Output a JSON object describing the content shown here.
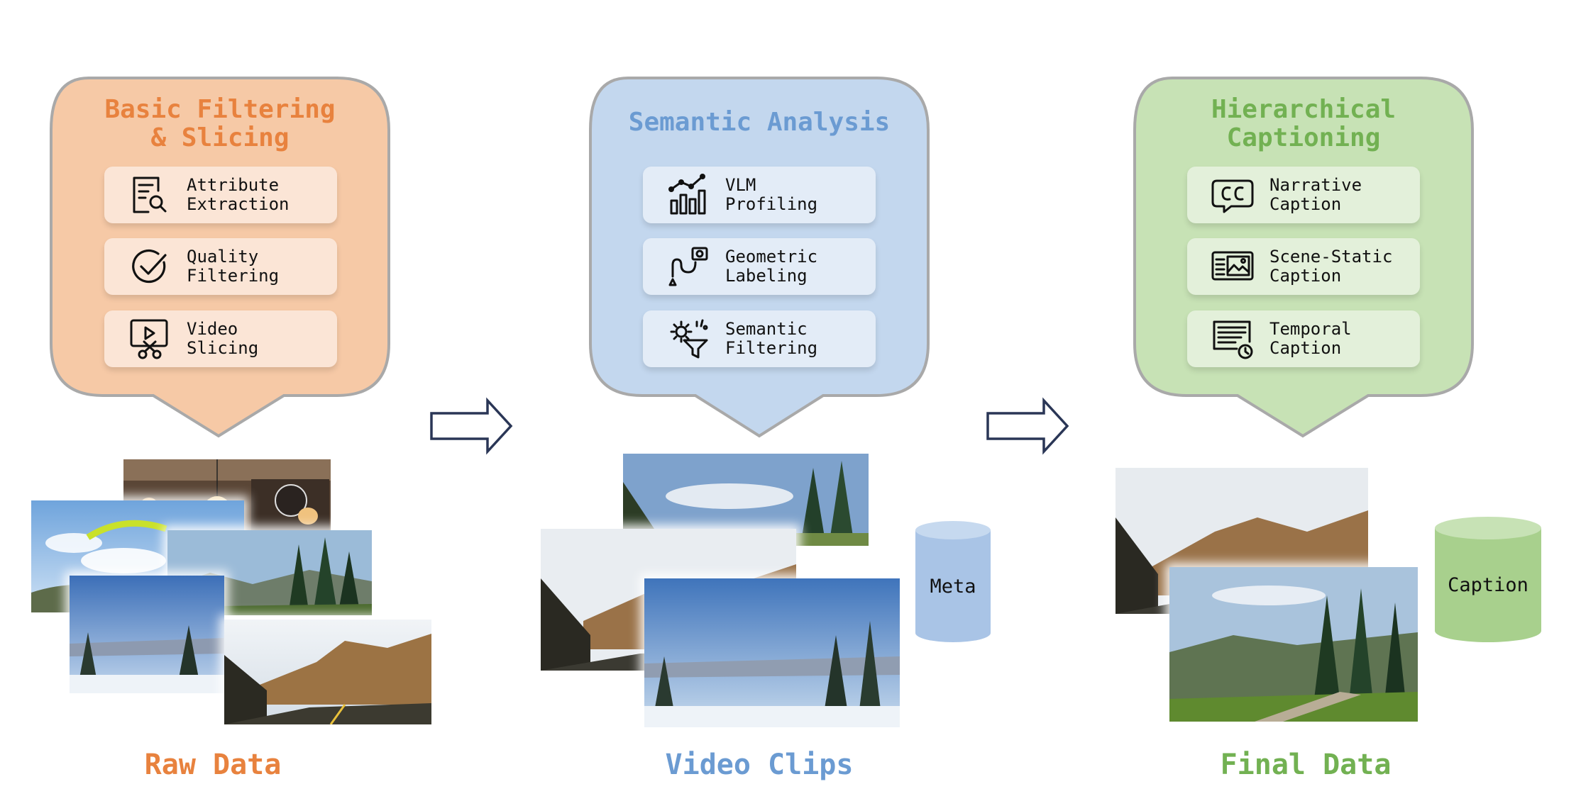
{
  "colors": {
    "orange_fill": "#f6c9a6",
    "orange_title": "#e8823e",
    "orange_item": "#fbe5d6",
    "blue_fill": "#c3d7ee",
    "blue_title": "#6b9bd2",
    "blue_item": "#e3ecf7",
    "green_fill": "#c7e2b5",
    "green_title": "#72b152",
    "green_item": "#e3f0da",
    "border": "#a9a9a9",
    "arrow": "#2a3656"
  },
  "panels": [
    {
      "title": "Basic Filtering\n& Slicing",
      "items": [
        {
          "label": "Attribute\nExtraction",
          "icon": "attribute-search-icon"
        },
        {
          "label": "Quality\nFiltering",
          "icon": "check-circle-icon"
        },
        {
          "label": "Video\nSlicing",
          "icon": "video-scissors-icon"
        }
      ]
    },
    {
      "title": "Semantic Analysis",
      "items": [
        {
          "label": "VLM\nProfiling",
          "icon": "bar-chart-icon"
        },
        {
          "label": "Geometric\nLabeling",
          "icon": "camera-path-icon"
        },
        {
          "label": "Semantic\nFiltering",
          "icon": "gear-funnel-icon"
        }
      ]
    },
    {
      "title": "Hierarchical\nCaptioning",
      "items": [
        {
          "label": "Narrative\nCaption",
          "icon": "cc-caption-icon"
        },
        {
          "label": "Scene-Static\nCaption",
          "icon": "image-text-icon"
        },
        {
          "label": "Temporal\nCaption",
          "icon": "document-clock-icon"
        }
      ]
    }
  ],
  "stages": [
    {
      "label": "Raw Data"
    },
    {
      "label": "Video Clips"
    },
    {
      "label": "Final Data"
    }
  ],
  "cylinders": [
    {
      "label": "Meta"
    },
    {
      "label": "Caption"
    }
  ]
}
